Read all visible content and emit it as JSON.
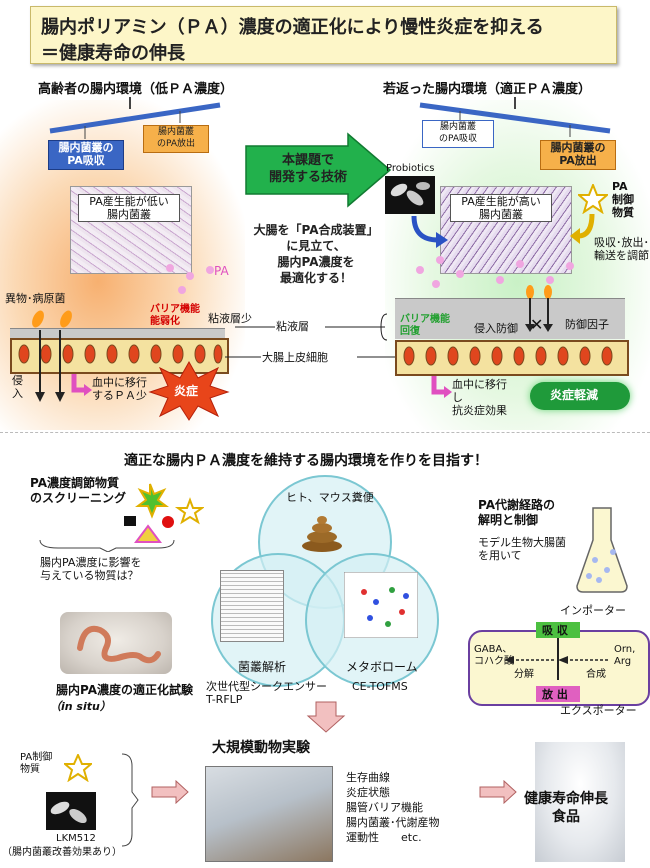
{
  "title": {
    "line1": "腸内ポリアミン（ＰＡ）濃度の適正化により慢性炎症を抑える",
    "line2": "＝健康寿命の伸長"
  },
  "left": {
    "heading": "高齢者の腸内環境（低ＰＡ濃度）",
    "uptake": "腸内菌叢の\nPA吸収",
    "release": "腸内菌叢\nのPA放出",
    "low_prod": "PA産生能が低い\n腸内菌叢",
    "pa": "PA",
    "foreign": "異物･病原菌",
    "barrier": "バリア機能\n能弱化",
    "mucus_thin": "粘液層少",
    "invasion": "侵\n入",
    "to_blood": "血中に移行\nするＰＡ少",
    "inflammation": "炎症"
  },
  "center": {
    "arrow": "本課題で\n開発する技術",
    "desc": "大腸を「PA合成装置」\nに見立て、\n腸内PA濃度を\n最適化する！",
    "mucus": "粘液層",
    "epithelium": "大腸上皮細胞"
  },
  "right": {
    "heading": "若返った腸内環境（適正ＰＡ濃度）",
    "uptake": "腸内菌叢\nのPA吸収",
    "release": "腸内菌叢の\nPA放出",
    "probiotics": "Probiotics",
    "high_prod": "PA産生能が高い\n腸内菌叢",
    "pa_control": "PA\n制御\n物質",
    "transport": "吸収･放出･\n輸送を調節",
    "barrier": "バリア機能\n回復",
    "defense": "侵入防御",
    "protect": "防御因子",
    "to_blood": "血中に移行\nし\n抗炎症効果",
    "reduced": "炎症軽減"
  },
  "lower": {
    "heading": "適正な腸内ＰＡ濃度を維持する腸内環境を作りを目指す！",
    "screening_title": "PA濃度調節物質\nのスクリーニング",
    "screening_q": "腸内PA濃度に影響を\n与えている物質は？",
    "feces": "ヒト、マウス糞便",
    "flora": "菌叢解析",
    "ngs": "次世代型シークエンサー\nT-RFLP",
    "metabolome": "メタボローム",
    "cetofms": "CE-TOFMS",
    "insitu_title": "腸内PA濃度の適正化試験",
    "insitu": "（in situ）",
    "pathway_title": "PA代謝経路の\n解明と制御",
    "model": "モデル生物大腸菌\nを用いて",
    "importer": "インポーター",
    "absorb": "吸 収",
    "gaba": "GABA、\nコハク酸",
    "decompose": "分解",
    "synth": "合成",
    "orn": "Orn,\nArg",
    "release": "放 出",
    "exporter": "エクスポーター",
    "pa_ctrl": "PA制御\n物質",
    "lkm": "LKM512",
    "lkm_note": "（腸内菌叢改善効果あり）",
    "animal_title": "大規模動物実験",
    "animal_items": "生存曲線\n炎症状態\n腸管バリア機能\n腸内菌叢･代謝産物\n運動性　　etc.",
    "food": "健康寿命伸長\n食品"
  },
  "colors": {
    "arrow_green": "#22b14c",
    "blue": "#3a66c4",
    "orange": "#f6b04a",
    "yellow": "#fdf6c8",
    "pink": "#e050c0",
    "red": "#d40000"
  }
}
